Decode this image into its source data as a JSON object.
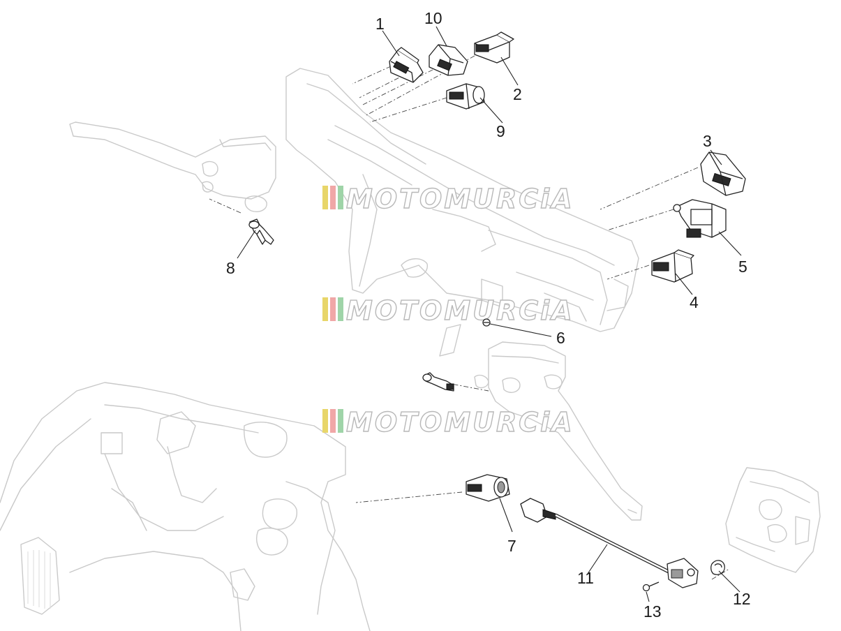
{
  "diagram": {
    "callouts": [
      {
        "id": "1",
        "label": "1"
      },
      {
        "id": "10",
        "label": "10"
      },
      {
        "id": "2",
        "label": "2"
      },
      {
        "id": "9",
        "label": "9"
      },
      {
        "id": "3",
        "label": "3"
      },
      {
        "id": "5",
        "label": "5"
      },
      {
        "id": "4",
        "label": "4"
      },
      {
        "id": "8",
        "label": "8"
      },
      {
        "id": "6",
        "label": "6"
      },
      {
        "id": "7",
        "label": "7"
      },
      {
        "id": "11",
        "label": "11"
      },
      {
        "id": "12",
        "label": "12"
      },
      {
        "id": "13",
        "label": "13"
      }
    ],
    "watermark": {
      "text": "MOTOMURCiA",
      "stripe_colors": [
        "#e8d66a",
        "#f0a7a7",
        "#9fd4a8"
      ]
    },
    "colors": {
      "outline": "#c9c9c9",
      "part": "#222222",
      "background": "#ffffff"
    }
  }
}
